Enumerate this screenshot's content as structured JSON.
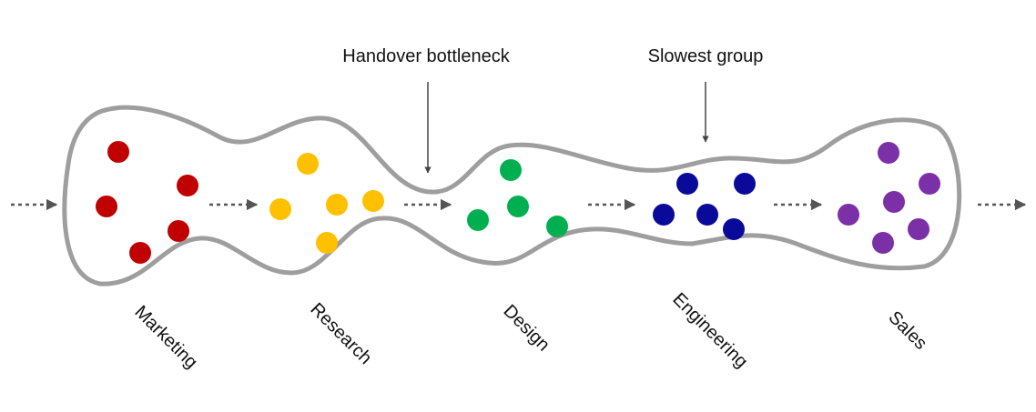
{
  "callouts": {
    "handover": "Handover bottleneck",
    "slowest": "Slowest group"
  },
  "stages": [
    {
      "label": "Marketing",
      "color": "#C00000",
      "dots": 5
    },
    {
      "label": "Research",
      "color": "#FFC000",
      "dots": 5
    },
    {
      "label": "Design",
      "color": "#00B050",
      "dots": 4
    },
    {
      "label": "Engineering",
      "color": "#0A0A9A",
      "dots": 5
    },
    {
      "label": "Sales",
      "color": "#7B30A8",
      "dots": 6
    }
  ],
  "colors": {
    "outline": "#9E9E9E",
    "arrow": "#555555",
    "callout_arrow": "#444444"
  }
}
